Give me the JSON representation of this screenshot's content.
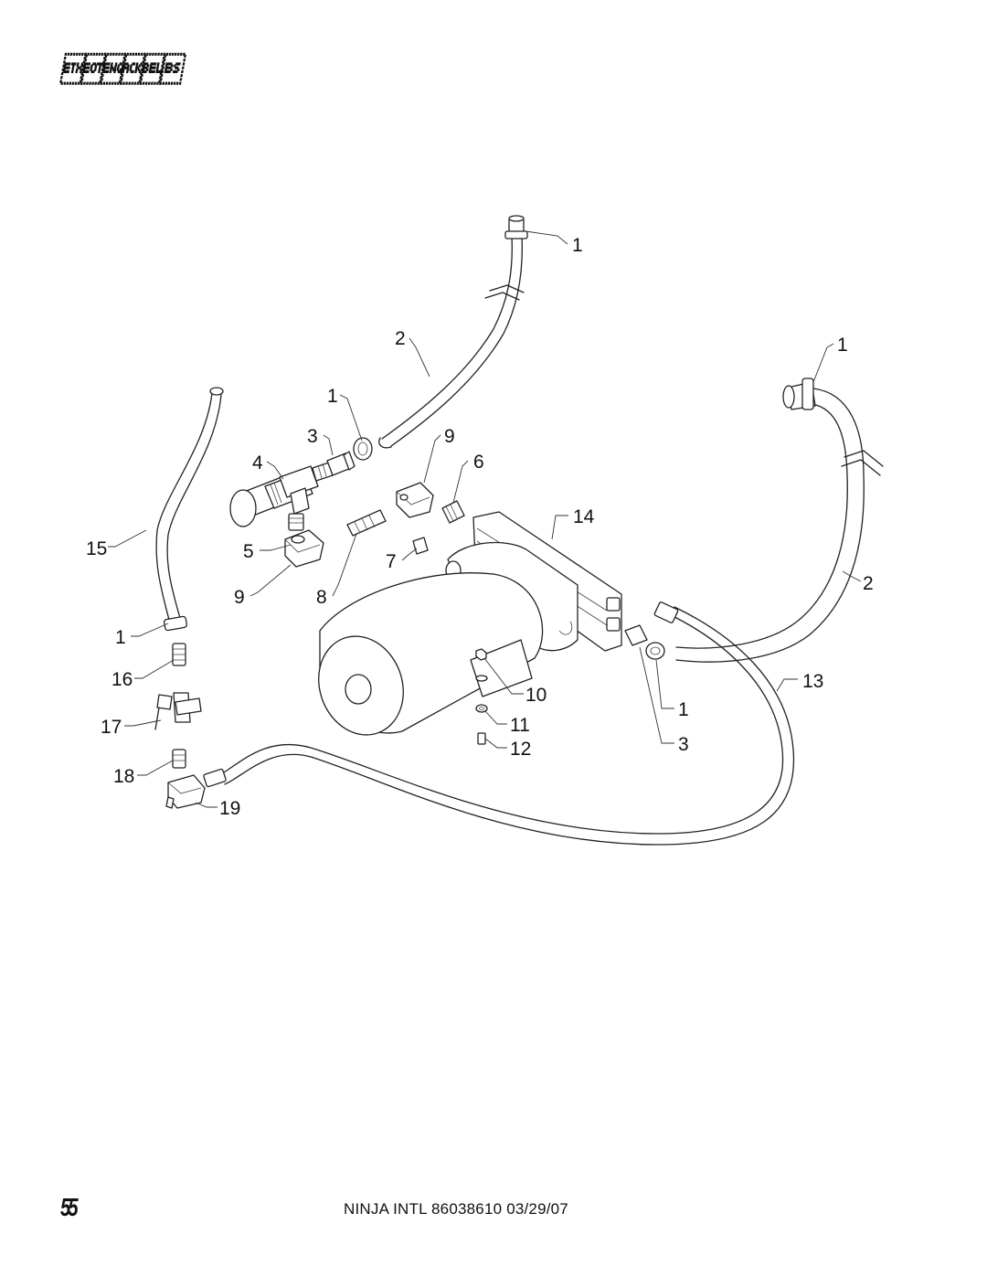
{
  "page": {
    "header_text": "\u0003\u0004\u0005\u0006\u0007\b\t",
    "page_number": "55",
    "footer_text": "NINJA INTL 86038610  03/29/07"
  },
  "callouts": [
    {
      "id": "c1a",
      "text": "1"
    },
    {
      "id": "c2a",
      "text": "2"
    },
    {
      "id": "c1b",
      "text": "1"
    },
    {
      "id": "c1c",
      "text": "1"
    },
    {
      "id": "c3a",
      "text": "3"
    },
    {
      "id": "c9a",
      "text": "9"
    },
    {
      "id": "c4",
      "text": "4"
    },
    {
      "id": "c6",
      "text": "6"
    },
    {
      "id": "c14",
      "text": "14"
    },
    {
      "id": "c15",
      "text": "15"
    },
    {
      "id": "c5",
      "text": "5"
    },
    {
      "id": "c7",
      "text": "7"
    },
    {
      "id": "c2b",
      "text": "2"
    },
    {
      "id": "c9b",
      "text": "9"
    },
    {
      "id": "c8",
      "text": "8"
    },
    {
      "id": "c1d",
      "text": "1"
    },
    {
      "id": "c16",
      "text": "16"
    },
    {
      "id": "c13",
      "text": "13"
    },
    {
      "id": "c10",
      "text": "10"
    },
    {
      "id": "c1e",
      "text": "1"
    },
    {
      "id": "c17",
      "text": "17"
    },
    {
      "id": "c11",
      "text": "11"
    },
    {
      "id": "c12",
      "text": "12"
    },
    {
      "id": "c3b",
      "text": "3"
    },
    {
      "id": "c18",
      "text": "18"
    },
    {
      "id": "c19",
      "text": "19"
    }
  ]
}
